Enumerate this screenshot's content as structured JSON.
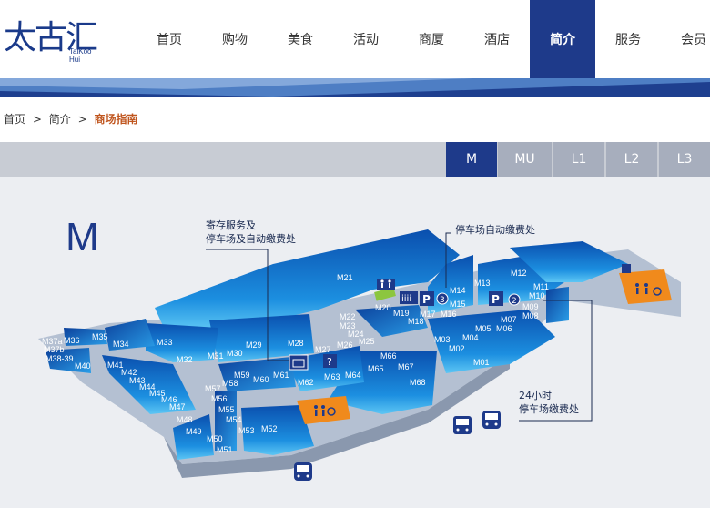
{
  "logo": {
    "cn": "太古汇",
    "en_line1": "TaiKoo",
    "en_line2": "Hui"
  },
  "nav": [
    "首页",
    "购物",
    "美食",
    "活动",
    "商厦",
    "酒店",
    "简介",
    "服务",
    "会员"
  ],
  "nav_active": "简介",
  "breadcrumb": {
    "home": "首页",
    "sep": ">",
    "section": "简介",
    "current": "商场指南"
  },
  "floor_tabs": [
    "M",
    "MU",
    "L1",
    "L2",
    "L3"
  ],
  "active_floor": "M",
  "map": {
    "floor_label": "M",
    "annotations": {
      "storage": [
        "寄存服务及",
        "停车场及自动缴费处"
      ],
      "parking_pay": "停车场自动缴费处",
      "pay_24h": [
        "24小时",
        "停车场缴费处"
      ]
    },
    "parking_levels": [
      "3",
      "2"
    ],
    "shops": [
      "M01",
      "M02",
      "M03",
      "M04",
      "M05",
      "M06",
      "M07",
      "M08",
      "M09",
      "M10",
      "M11",
      "M12",
      "M13",
      "M14",
      "M15",
      "M16",
      "M17",
      "M18",
      "M19",
      "M20",
      "M21",
      "M22",
      "M23",
      "M24",
      "M25",
      "M26",
      "M27",
      "M28",
      "M29",
      "M30",
      "M31",
      "M32",
      "M33",
      "M34",
      "M35",
      "M36",
      "M37a",
      "M37b",
      "M38-39",
      "M40",
      "M41",
      "M42",
      "M43",
      "M44",
      "M45",
      "M46",
      "M47",
      "M48",
      "M49",
      "M50",
      "M51",
      "M52",
      "M53",
      "M54",
      "M55",
      "M56",
      "M57",
      "M58",
      "M59",
      "M60",
      "M61",
      "M62",
      "M63",
      "M64",
      "M65",
      "M66",
      "M67",
      "M68"
    ],
    "question_mark": "?"
  },
  "colors": {
    "accent": "#1e3a8a",
    "orange": "#f08a1c",
    "tab_bg": "#a7aebd"
  }
}
